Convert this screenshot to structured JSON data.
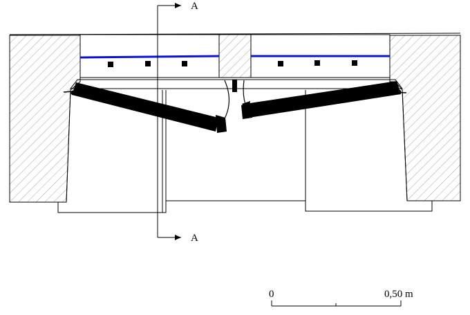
{
  "section": {
    "top_label": "A",
    "bottom_label": "A"
  },
  "scale_bar": {
    "start_label": "0",
    "end_label": "0,50 m"
  },
  "colors": {
    "line": "#000000",
    "waterproofing": "#0a14d8",
    "hatch": "#8a8a8a",
    "background": "#ffffff"
  }
}
